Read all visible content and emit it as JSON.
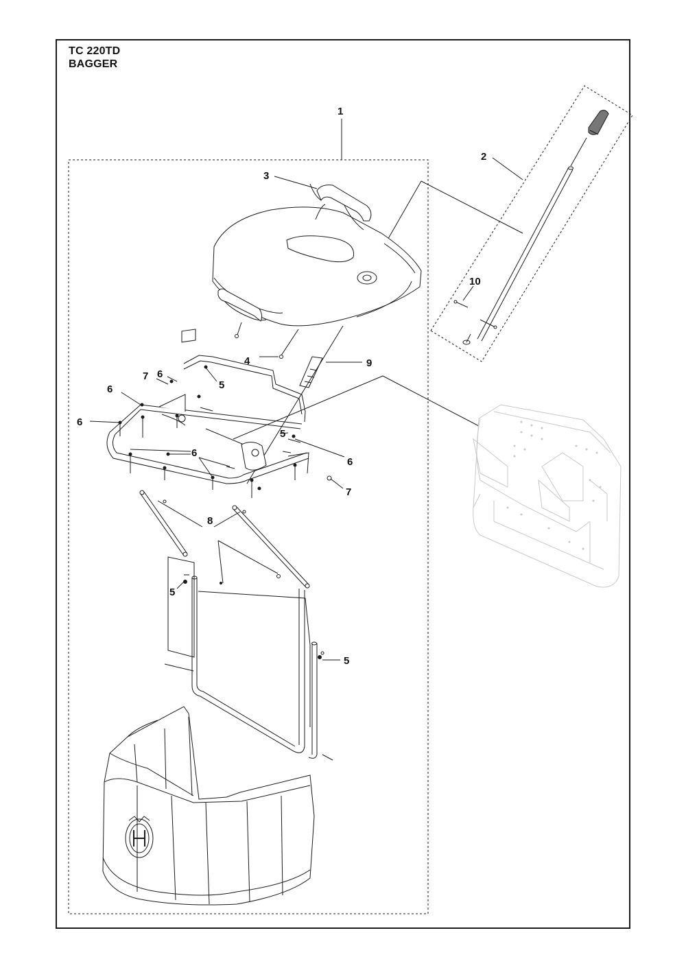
{
  "header": {
    "model": "TC 220TD",
    "section": "BAGGER"
  },
  "callouts": {
    "c1": "1",
    "c2": "2",
    "c3": "3",
    "c4": "4",
    "c5": "5",
    "c6": "6",
    "c7": "7",
    "c8": "8",
    "c9": "9",
    "c10": "10"
  },
  "colors": {
    "line": "#1a1a1a",
    "ghost": "#c8c8c8"
  }
}
